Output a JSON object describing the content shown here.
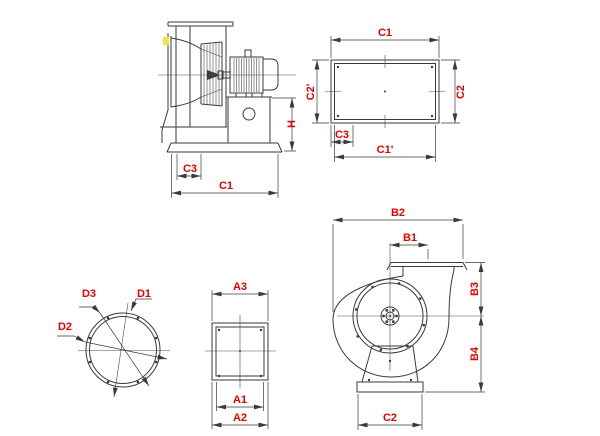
{
  "drawing": {
    "type": "technical-dimension-diagram",
    "colors": {
      "background": "#ffffff",
      "line": "#3a3a3a",
      "dimension_text": "#e60000",
      "highlight_mark": "#f0e542"
    },
    "views": {
      "side_view": {
        "dims": {
          "c3": "C3",
          "c1": "C1",
          "h": "H"
        }
      },
      "base_top_view": {
        "dims": {
          "c1": "C1",
          "c2_prime": "C2'",
          "c2": "C2",
          "c3": "C3",
          "c1_prime": "C1'"
        }
      },
      "inlet_flange_view": {
        "dims": {
          "d3": "D3",
          "d1": "D1",
          "d2": "D2"
        }
      },
      "outlet_flange_view": {
        "dims": {
          "a3": "A3",
          "a1": "A1",
          "a2": "A2"
        }
      },
      "scroll_front_view": {
        "dims": {
          "b2": "B2",
          "b1": "B1",
          "b3": "B3",
          "b4": "B4",
          "c2": "C2"
        }
      }
    }
  }
}
